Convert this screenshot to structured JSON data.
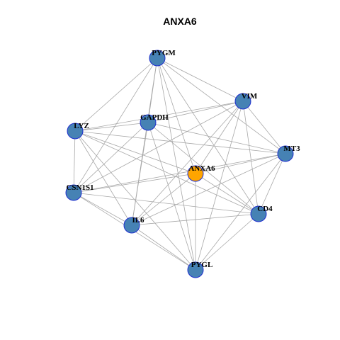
{
  "title": "ANXA6",
  "colors": {
    "node_default": "#4682b4",
    "node_focus": "#ffa500",
    "node_border": "#1f2fd0",
    "edge": "#a8a8a8"
  },
  "nodes": [
    {
      "id": "PYGM",
      "label": "PYGM",
      "focus": false
    },
    {
      "id": "VIM",
      "label": "VIM",
      "focus": false
    },
    {
      "id": "GAPDH",
      "label": "GAPDH",
      "focus": false
    },
    {
      "id": "LYZ",
      "label": "LYZ",
      "focus": false
    },
    {
      "id": "MT3",
      "label": "MT3",
      "focus": false
    },
    {
      "id": "ANXA6",
      "label": "ANXA6",
      "focus": true
    },
    {
      "id": "CSN1S1",
      "label": "CSN1S1",
      "focus": false
    },
    {
      "id": "CD4",
      "label": "CD4",
      "focus": false
    },
    {
      "id": "IL6",
      "label": "IL6",
      "focus": false
    },
    {
      "id": "PYGL",
      "label": "PYGL",
      "focus": false
    }
  ],
  "edges": [
    [
      "PYGM",
      "VIM"
    ],
    [
      "PYGM",
      "GAPDH"
    ],
    [
      "PYGM",
      "LYZ"
    ],
    [
      "PYGM",
      "MT3"
    ],
    [
      "PYGM",
      "ANXA6"
    ],
    [
      "PYGM",
      "CSN1S1"
    ],
    [
      "PYGM",
      "CD4"
    ],
    [
      "PYGM",
      "IL6"
    ],
    [
      "PYGM",
      "PYGL"
    ],
    [
      "VIM",
      "GAPDH"
    ],
    [
      "VIM",
      "LYZ"
    ],
    [
      "VIM",
      "MT3"
    ],
    [
      "VIM",
      "ANXA6"
    ],
    [
      "VIM",
      "CSN1S1"
    ],
    [
      "VIM",
      "CD4"
    ],
    [
      "VIM",
      "IL6"
    ],
    [
      "VIM",
      "PYGL"
    ],
    [
      "GAPDH",
      "LYZ"
    ],
    [
      "GAPDH",
      "MT3"
    ],
    [
      "GAPDH",
      "CSN1S1"
    ],
    [
      "GAPDH",
      "CD4"
    ],
    [
      "GAPDH",
      "IL6"
    ],
    [
      "GAPDH",
      "PYGL"
    ],
    [
      "LYZ",
      "MT3"
    ],
    [
      "LYZ",
      "ANXA6"
    ],
    [
      "LYZ",
      "CSN1S1"
    ],
    [
      "LYZ",
      "CD4"
    ],
    [
      "LYZ",
      "IL6"
    ],
    [
      "LYZ",
      "PYGL"
    ],
    [
      "MT3",
      "ANXA6"
    ],
    [
      "MT3",
      "CSN1S1"
    ],
    [
      "MT3",
      "CD4"
    ],
    [
      "MT3",
      "IL6"
    ],
    [
      "MT3",
      "PYGL"
    ],
    [
      "ANXA6",
      "CSN1S1"
    ],
    [
      "ANXA6",
      "IL6"
    ],
    [
      "ANXA6",
      "PYGL"
    ],
    [
      "ANXA6",
      "CD4"
    ],
    [
      "CSN1S1",
      "CD4"
    ],
    [
      "CSN1S1",
      "IL6"
    ],
    [
      "CSN1S1",
      "PYGL"
    ],
    [
      "CD4",
      "IL6"
    ],
    [
      "CD4",
      "PYGL"
    ],
    [
      "IL6",
      "PYGL"
    ]
  ]
}
